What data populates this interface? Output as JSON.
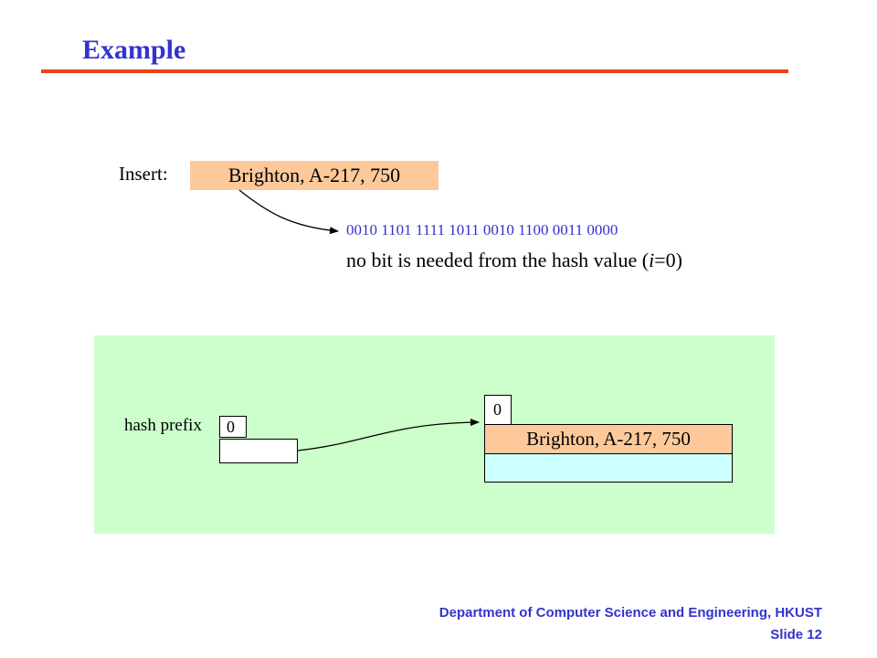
{
  "slide": {
    "title": "Example",
    "insert_label": "Insert:",
    "record": "Brighton, A-217, 750",
    "hash_bits": "0010 1101 1111 1011 0010 1100 0011 0000",
    "note_prefix": "no bit is needed from the hash value (",
    "note_var": "i",
    "note_suffix": "=0)"
  },
  "directory": {
    "label": "hash prefix",
    "global_depth": "0"
  },
  "bucket": {
    "local_depth": "0",
    "record": "Brighton, A-217, 750"
  },
  "footer": {
    "department": "Department of Computer Science and Engineering, HKUST",
    "slide_number": "Slide 12"
  },
  "colors": {
    "title": "#3333cc",
    "rule": "#e8441a",
    "record_fill": "#fdc99b",
    "panel_fill": "#ccffcc",
    "bucket_empty_fill": "#ccffff"
  }
}
